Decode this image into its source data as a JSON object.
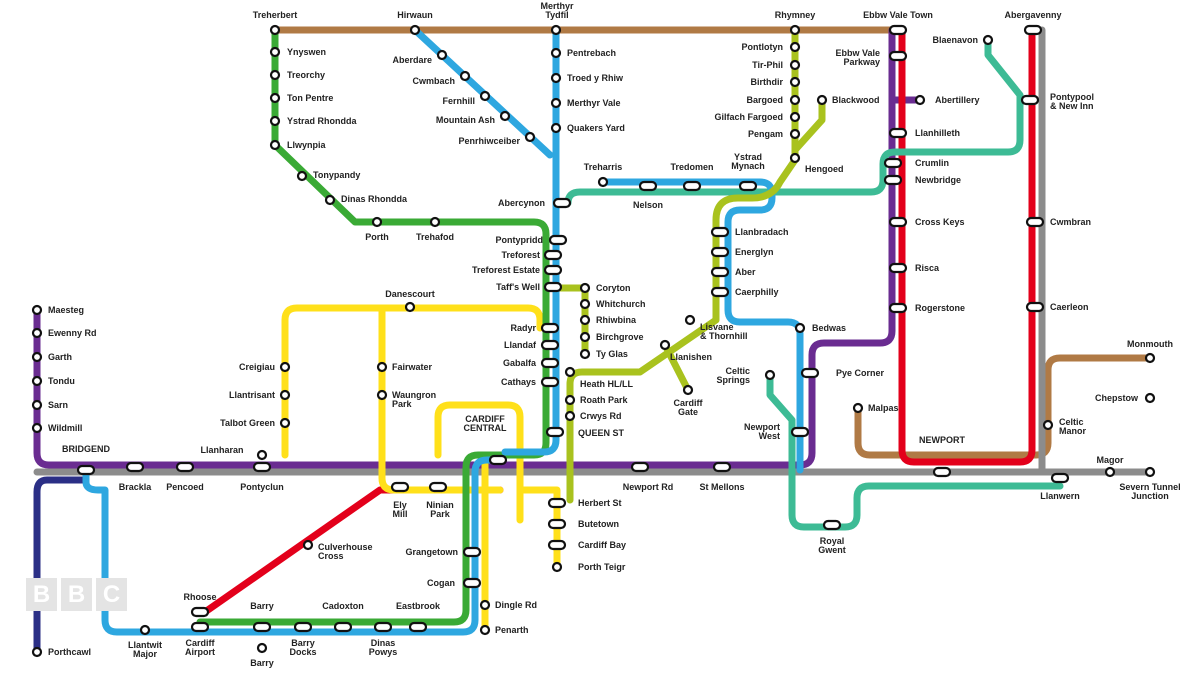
{
  "logo": [
    "B",
    "B",
    "C"
  ],
  "colors": {
    "brown": "#b07a45",
    "green": "#3aaa35",
    "blue": "#2ea7e0",
    "teal": "#3dbb95",
    "purple": "#6a2c91",
    "red": "#e3001b",
    "gray": "#8c8c8c",
    "olive": "#a9c21e",
    "yellow": "#ffe01a",
    "navy": "#2b2f86"
  },
  "stations": {
    "treherbert": "Treherbert",
    "hirwaun": "Hirwaun",
    "merthyr_tydfil": [
      "Merthyr",
      "Tydfil"
    ],
    "ynyswen": "Ynyswen",
    "treorchy": "Treorchy",
    "ton_pentre": "Ton Pentre",
    "ystrad_rhondda": "Ystrad Rhondda",
    "llwynypia": "Llwynpia",
    "tonypandy": "Tonypandy",
    "dinas_rhondda": "Dinas Rhondda",
    "porth": "Porth",
    "trehafod": "Trehafod",
    "aberdare": "Aberdare",
    "cwmbach": "Cwmbach",
    "fernhill": "Fernhill",
    "mountain_ash": "Mountain Ash",
    "penrhiwceiber": "Penrhiwceiber",
    "pentrebach": "Pentrebach",
    "troed_y_rhiw": "Troed y Rhiw",
    "merthyr_vale": "Merthyr Vale",
    "quakers_yard": "Quakers Yard",
    "abercynon": "Abercynon",
    "pontypridd": "Pontypridd",
    "treforest": "Treforest",
    "treforest_estate": "Treforest Estate",
    "taffs_well": "Taff's Well",
    "radyr": "Radyr",
    "llandaf": "Llandaf",
    "gabalfa": "Gabalfa",
    "cathays": "Cathays",
    "queen_st": "QUEEN ST",
    "coryton": "Coryton",
    "whitchurch": "Whitchurch",
    "rhiwbina": "Rhiwbina",
    "birchgrove": "Birchgrove",
    "ty_glas": "Ty Glas",
    "heath": "Heath HL/LL",
    "roath_park": "Roath Park",
    "crwys_rd": "Crwys Rd",
    "danescourt": "Danescourt",
    "creigiau": "Creigiau",
    "llantrisant": "Llantrisant",
    "talbot_green": "Talbot Green",
    "fairwater": "Fairwater",
    "waungron_park": [
      "Waungron",
      "Park"
    ],
    "llanharan": "Llanharan",
    "maesteg": "Maesteg",
    "ewenny_rd": "Ewenny Rd",
    "garth": "Garth",
    "tondu": "Tondu",
    "sarn": "Sarn",
    "wildmill": "Wildmill",
    "bridgend": "BRIDGEND",
    "brackla": "Brackla",
    "pencoed": "Pencoed",
    "pontyclun": "Pontyclun",
    "cardiff_central": [
      "CARDIFF",
      "CENTRAL"
    ],
    "ely_mill": [
      "Ely",
      "Mill"
    ],
    "ninian_park": [
      "Ninian",
      "Park"
    ],
    "newport_rd": "Newport Rd",
    "st_mellons": "St Mellons",
    "newport": "NEWPORT",
    "llanwern": "Llanwern",
    "magor": "Magor",
    "severn_tunnel": [
      "Severn Tunnel",
      "Junction"
    ],
    "chepstow": "Chepstow",
    "monmouth": "Monmouth",
    "celtic_manor": [
      "Celtic",
      "Manor"
    ],
    "malpas": "Malpas",
    "pye_corner": "Pye Corner",
    "newport_west": [
      "Newport",
      "West"
    ],
    "celtic_springs": [
      "Celtic",
      "Springs"
    ],
    "royal_gwent": [
      "Royal",
      "Gwent"
    ],
    "bedwas": "Bedwas",
    "caerphilly": "Caerphilly",
    "aber": "Aber",
    "energlyn": "Energlyn",
    "llanbradach": "Llanbradach",
    "lisvane": [
      "Lisvane",
      "& Thornhill"
    ],
    "llanishen": "Llanishen",
    "cardiff_gate": [
      "Cardiff",
      "Gate"
    ],
    "ystrad_mynach": [
      "Ystrad",
      "Mynach"
    ],
    "tredomen": "Tredomen",
    "nelson": "Nelson",
    "treharris": "Treharris",
    "hengoed": "Hengoed",
    "rhymney": "Rhymney",
    "pontlottyn": "Pontlotyn",
    "tir_phil": "Tir-Phil",
    "brithdir": "Birthdir",
    "bargoed": "Bargoed",
    "gilfach_fargoed": "Gilfach Fargoed",
    "pengam": "Pengam",
    "blackwood": "Blackwood",
    "ebbw_vale_town": "Ebbw Vale Town",
    "ebbw_vale_parkway": [
      "Ebbw Vale",
      "Parkway"
    ],
    "abertillery": "Abertillery",
    "llanhilleth": "Llanhilleth",
    "crumlin": "Crumlin",
    "newbridge": "Newbridge",
    "cross_keys": "Cross Keys",
    "risca": "Risca",
    "rogerstone": "Rogerstone",
    "blaenavon": "Blaenavon",
    "abergavenny": "Abergavenny",
    "pontypool": [
      "Pontypool",
      "& New Inn"
    ],
    "cwmbran": "Cwmbran",
    "caerleon": "Caerleon",
    "herbert_st": "Herbert St",
    "butetown": "Butetown",
    "cardiff_bay": "Cardiff Bay",
    "porth_teigr": "Porth Teigr",
    "grangetown": "Grangetown",
    "cogan": "Cogan",
    "dingle_rd": "Dingle Rd",
    "penarth": "Penarth",
    "culverhouse_cross": [
      "Culverhouse",
      "Cross"
    ],
    "rhoose": "Rhoose",
    "cardiff_airport": [
      "Cardiff",
      "Airport"
    ],
    "barry": "Barry",
    "barry_island": "Barry",
    "barry_docks": [
      "Barry",
      "Docks"
    ],
    "cadoxton": "Cadoxton",
    "dinas_powys": [
      "Dinas",
      "Powys"
    ],
    "eastbrook": "Eastbrook",
    "llantwit_major": [
      "Llantwit",
      "Major"
    ],
    "porthcawl": "Porthcawl"
  }
}
